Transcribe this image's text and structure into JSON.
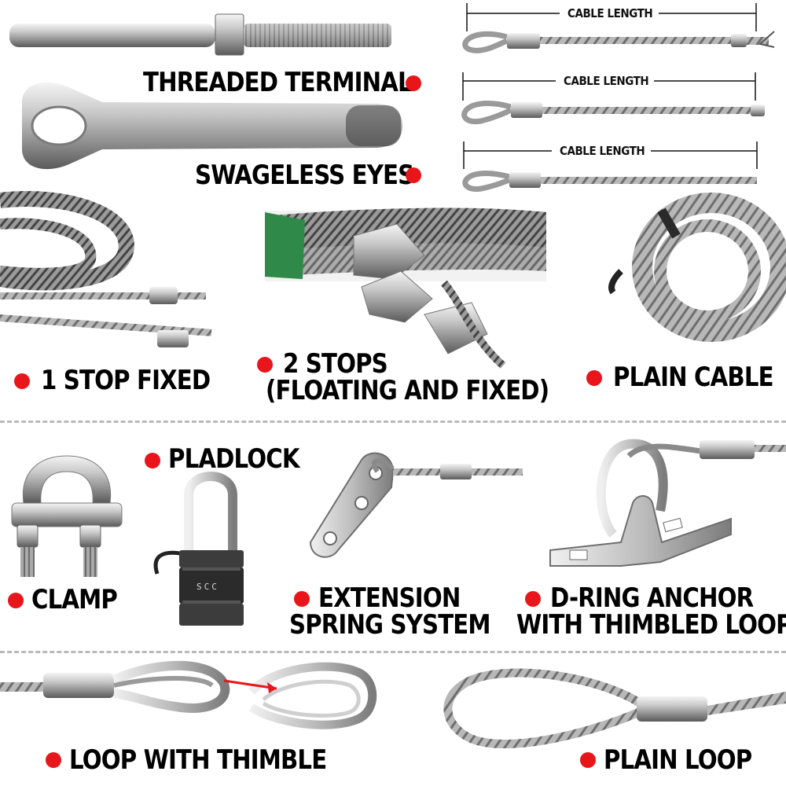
{
  "dimension_label": "CABLE LENGTH",
  "items": {
    "threaded_terminal": "THREADED TERMINAL",
    "swageless_eyes": "SWAGELESS EYES",
    "one_stop_fixed": "1 STOP  FIXED",
    "two_stops_line1": "2 STOPS",
    "two_stops_line2": "(FLOATING AND FIXED)",
    "plain_cable": "PLAIN CABLE",
    "padlock": "PLADLOCK",
    "clamp": "CLAMP",
    "extension_line1": "EXTENSION",
    "extension_line2": "SPRING SYSTEM",
    "dring_line1": "D-RING ANCHOR",
    "dring_line2": "WITH THIMBLED LOOP",
    "loop_thimble": "LOOP WITH THIMBLE",
    "plain_loop": "PLAIN LOOP"
  },
  "padlock_brand": "SCC",
  "colors": {
    "bullet": "#e8161b",
    "divider": "#b9b9b9",
    "text": "#000000",
    "arrow": "#e8161b"
  }
}
